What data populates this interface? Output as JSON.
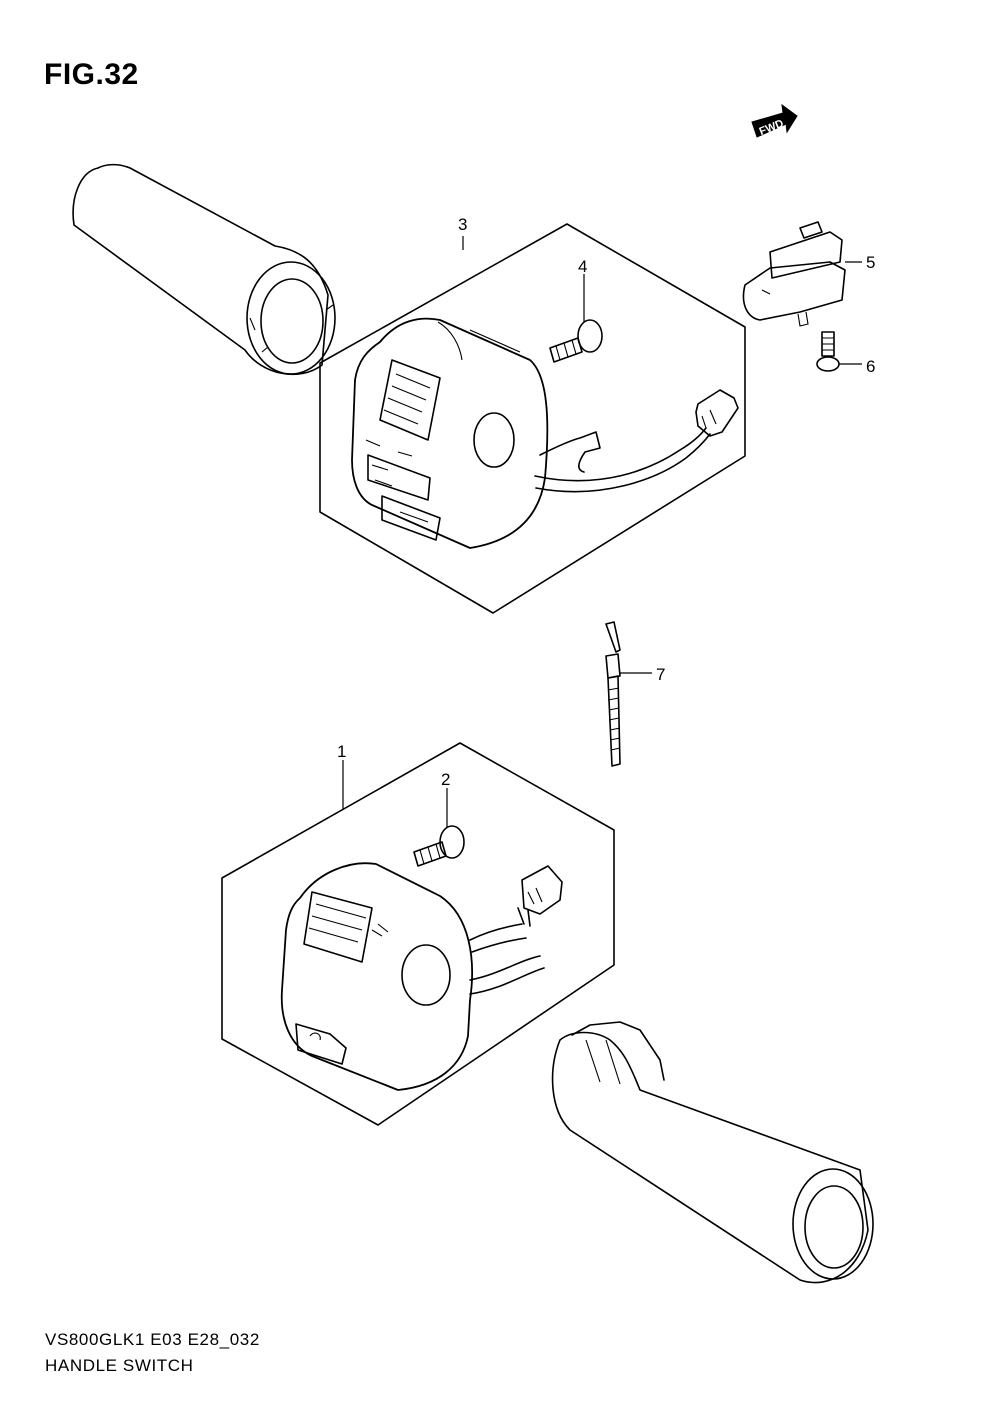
{
  "figure": {
    "title": "FIG.32",
    "model_code": "VS800GLK1 E03 E28_032",
    "section_name": "HANDLE SWITCH"
  },
  "direction_marker": {
    "label": "FWD",
    "icon": "fwd-arrow-icon"
  },
  "callouts": [
    {
      "id": "1",
      "part": "left-handle-switch"
    },
    {
      "id": "2",
      "part": "left-switch-screw"
    },
    {
      "id": "3",
      "part": "right-handle-switch"
    },
    {
      "id": "4",
      "part": "right-switch-screw"
    },
    {
      "id": "5",
      "part": "clutch-lever-switch"
    },
    {
      "id": "6",
      "part": "lever-switch-screw"
    },
    {
      "id": "7",
      "part": "cable-tie"
    }
  ]
}
